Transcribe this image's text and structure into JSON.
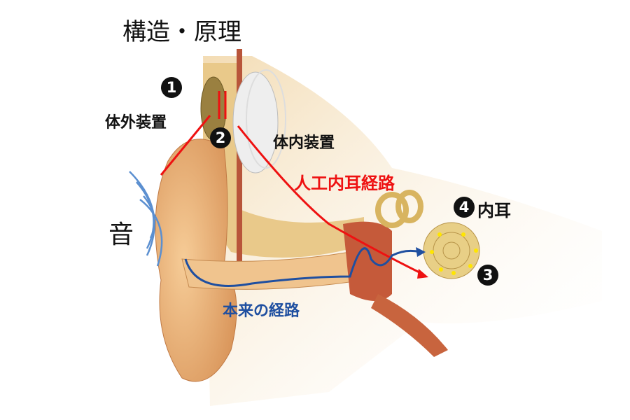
{
  "title": "構造・原理",
  "labels": {
    "external_device": "体外装置",
    "internal_device": "体内装置",
    "ci_pathway": "人工内耳経路",
    "inner_ear": "内耳",
    "sound": "音",
    "natural_pathway": "本来の経路"
  },
  "markers": {
    "m1": "1",
    "m2": "2",
    "m3": "3",
    "m4": "4"
  },
  "colors": {
    "ci_pathway": "#ee1111",
    "natural_pathway": "#1f4fa0",
    "sound_waves": "#5b8fd0",
    "tissue": "#e8b27a"
  }
}
